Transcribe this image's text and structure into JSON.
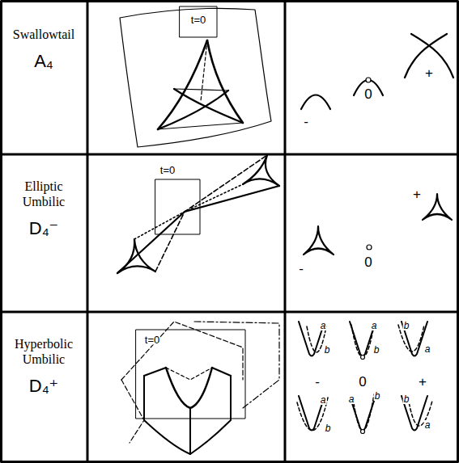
{
  "diagram": {
    "nodes": [
      {
        "text": [
          "Swallowtail",
          "A₄"
        ]
      },
      {
        "text": [
          "Elliptic Umbilic",
          "D₄⁻"
        ]
      },
      {
        "text": [
          "Hyperbolic Umbilic",
          "D₄⁺"
        ]
      }
    ],
    "labels": [
      "t=0",
      "-",
      "0",
      "+",
      "t=0",
      "-",
      "0",
      "+",
      "t=0",
      "a",
      "b",
      "a",
      "b",
      "b",
      "a",
      "-",
      "0",
      "+",
      "a",
      "b",
      "a",
      "b",
      "b",
      "a"
    ]
  }
}
